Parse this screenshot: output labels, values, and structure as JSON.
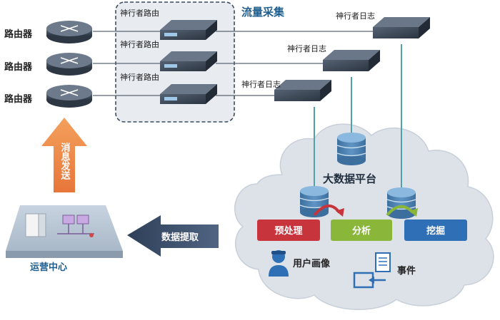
{
  "routers": {
    "items": [
      {
        "label": "路由器"
      },
      {
        "label": "路由器"
      },
      {
        "label": "路由器"
      }
    ]
  },
  "collection": {
    "title": "流量采集",
    "probes": [
      {
        "label": "神行者路由"
      },
      {
        "label": "神行者路由"
      },
      {
        "label": "神行者路由"
      }
    ]
  },
  "loggers": {
    "items": [
      {
        "label": "神行者日志"
      },
      {
        "label": "神行者日志"
      },
      {
        "label": "神行者日志"
      }
    ]
  },
  "bigdata": {
    "title": "大数据平台",
    "stages": [
      {
        "label": "预处理",
        "color": "#c7343c"
      },
      {
        "label": "分析",
        "color": "#8ab63a"
      },
      {
        "label": "挖掘",
        "color": "#2f6fb5"
      }
    ],
    "outputs": [
      {
        "label": "用户画像",
        "icon": "user-icon"
      },
      {
        "label": "事件",
        "icon": "document-arrow-icon"
      }
    ]
  },
  "arrows": {
    "send": "消息发送",
    "extract": "数据提取"
  },
  "ops": {
    "label": "运营中心"
  },
  "colors": {
    "cloud": "#d9dee6",
    "cloud_edge": "#c3cad5",
    "line_teal": "#4fa3a8",
    "line_gray": "#6f7a86",
    "orange": "#f08a3c",
    "navy": "#3b4f6c",
    "dashed_box": "#e6e9ee",
    "dashed_border": "#3a4a5c"
  }
}
